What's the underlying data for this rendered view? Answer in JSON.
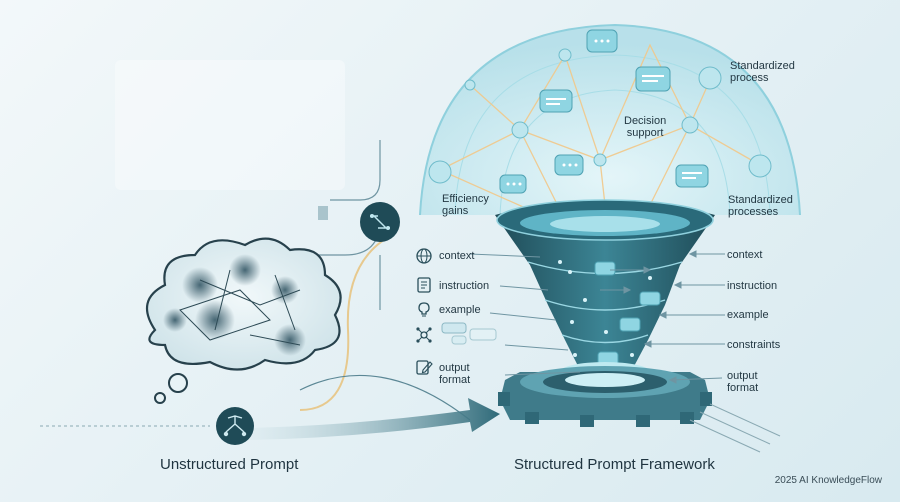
{
  "left_title": "Unstructured Prompt",
  "right_title": "Structured Prompt Framework",
  "credit": "2025 AI KnowledgeFlow",
  "dome_labels": {
    "efficiency": [
      "Efficiency",
      "gains"
    ],
    "decision": [
      "Decision",
      "support"
    ],
    "standardized_process": [
      "Standardized",
      "process"
    ],
    "standardized_processes": [
      "Standardized",
      "processes"
    ]
  },
  "left_components": [
    {
      "icon": "globe-icon",
      "label": [
        "context"
      ]
    },
    {
      "icon": "document-icon",
      "label": [
        "instruction"
      ]
    },
    {
      "icon": "lightbulb-icon",
      "label": [
        "example"
      ]
    },
    {
      "icon": "network-node-icon",
      "label": []
    },
    {
      "icon": "edit-icon",
      "label": [
        "output",
        "format"
      ]
    }
  ],
  "right_components": [
    [
      "context"
    ],
    [
      "instruction"
    ],
    [
      "example"
    ],
    [
      "constraints"
    ],
    [
      "output",
      "format"
    ]
  ],
  "colors": {
    "accent": "#2a6a7a",
    "dark": "#1f4b57",
    "light": "#bfe6ee"
  }
}
